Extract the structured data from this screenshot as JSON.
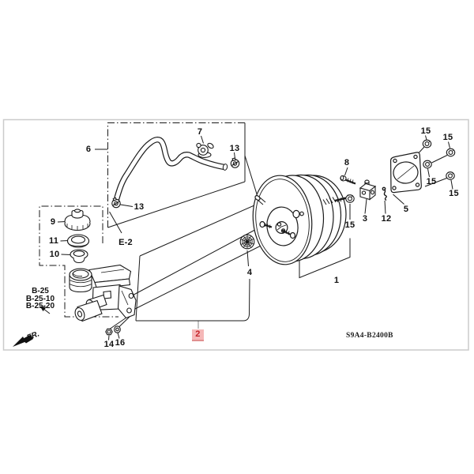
{
  "figure": {
    "kind": "parts-diagram",
    "catalog_code": "S9A4-B2400B",
    "front_marker": "FR.",
    "highlighted_callout": "2"
  },
  "refs": {
    "e2": "E-2",
    "b25": "B-25",
    "b25_10": "B-25-10",
    "b25_20": "B-25-20",
    "fr": "FR.",
    "code": "S9A4-B2400B"
  },
  "callouts": {
    "c1": "1",
    "c2": "2",
    "c3": "3",
    "c4": "4",
    "c5": "5",
    "c6": "6",
    "c7": "7",
    "c8": "8",
    "c9": "9",
    "c10": "10",
    "c11": "11",
    "c12": "12",
    "c13": "13",
    "c14": "14",
    "c15": "15",
    "c16": "16"
  },
  "colors": {
    "highlight_bg": "#f5b8b8",
    "highlight_fg": "#c5262c",
    "highlight_border": "#e08f8f",
    "line": "#1a1a1a",
    "frame_border": "#cbcbcb"
  }
}
